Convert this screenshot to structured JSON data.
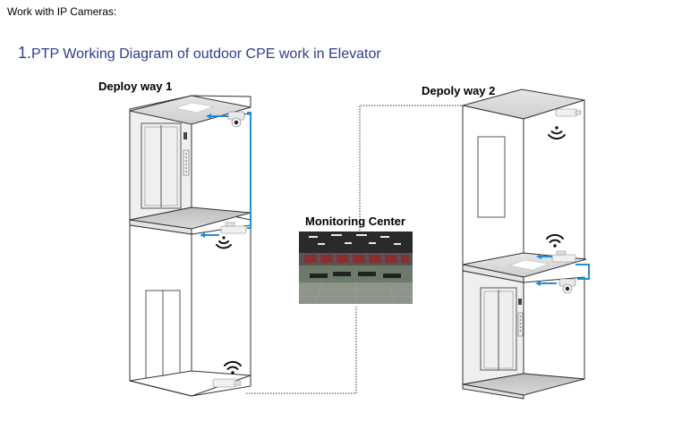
{
  "header": {
    "text": "Work with IP Cameras:"
  },
  "diagram_title": {
    "number": "1.",
    "text": "PTP Working Diagram of outdoor CPE work in Elevator"
  },
  "labels": {
    "deploy1": "Deploy way 1",
    "deploy2": "Depoly way 2",
    "monitoring": "Monitoring Center"
  },
  "colors": {
    "title": "#2e3d8f",
    "link_line": "#1f8fd6",
    "dotted_line": "#333333",
    "shaft_fill": "#f7f7f7",
    "floor_fill": "#c9c9c9"
  },
  "icons": {
    "wifi": "wifi-icon",
    "camera": "dome-camera-icon",
    "cpe": "cpe-device-icon"
  }
}
